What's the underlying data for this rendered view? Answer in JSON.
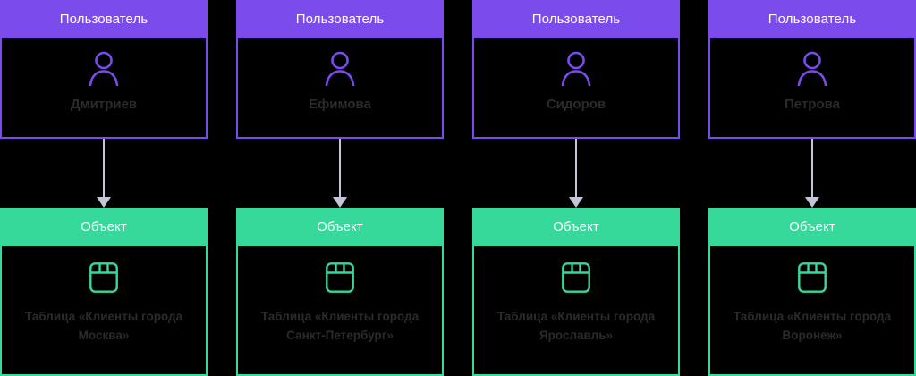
{
  "diagram": {
    "type": "permission-mapping",
    "colors": {
      "background": "#000000",
      "user_accent": "#7B4BEB",
      "object_accent": "#37D99A",
      "header_text": "#FFFFFF",
      "body_text": "#2B2B2B",
      "connector": "#C2C6D6"
    },
    "columns": [
      {
        "user": {
          "header": "Пользователь",
          "icon": "user-icon",
          "name": "Дмитриев"
        },
        "connector": {
          "icon": "arrow-down-icon"
        },
        "object": {
          "header": "Объект",
          "icon": "table-icon",
          "name": "Таблица «Клиенты города Москва»"
        }
      },
      {
        "user": {
          "header": "Пользователь",
          "icon": "user-icon",
          "name": "Ефимова"
        },
        "connector": {
          "icon": "arrow-down-icon"
        },
        "object": {
          "header": "Объект",
          "icon": "table-icon",
          "name": "Таблица «Клиенты города Санкт-Петербург»"
        }
      },
      {
        "user": {
          "header": "Пользователь",
          "icon": "user-icon",
          "name": "Сидоров"
        },
        "connector": {
          "icon": "arrow-down-icon"
        },
        "object": {
          "header": "Объект",
          "icon": "table-icon",
          "name": "Таблица «Клиенты города Ярославль»"
        }
      },
      {
        "user": {
          "header": "Пользователь",
          "icon": "user-icon",
          "name": "Петрова"
        },
        "connector": {
          "icon": "arrow-down-icon"
        },
        "object": {
          "header": "Объект",
          "icon": "table-icon",
          "name": "Таблица «Клиенты города Воронеж»"
        }
      }
    ]
  }
}
